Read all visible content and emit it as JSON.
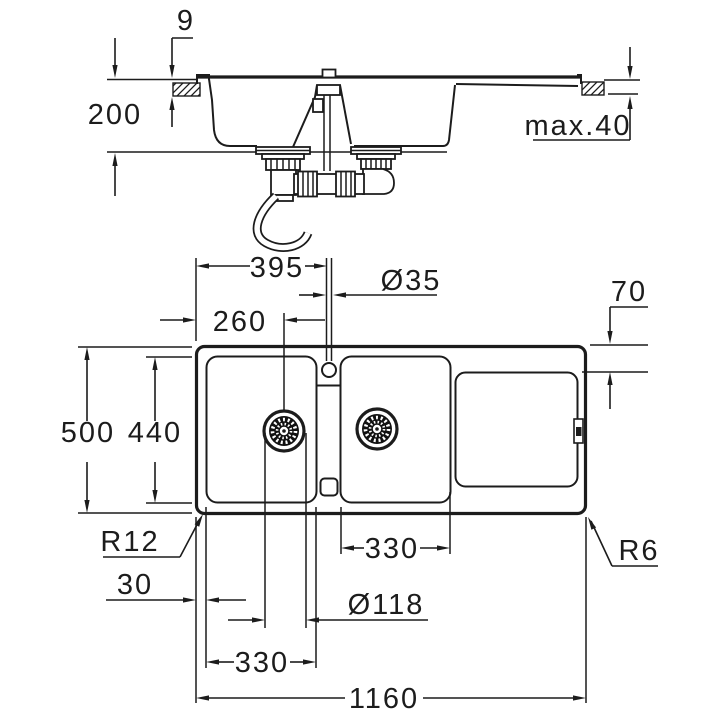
{
  "meta": {
    "description": "Kitchen sink technical dimension drawing, two views",
    "background_color": "#ffffff",
    "line_color": "#1c1c1c"
  },
  "side_view": {
    "name": "side-section-view",
    "dims": {
      "rim_height_above_counter": "9",
      "bowl_depth": "200",
      "max_countertop_thickness": "max.40"
    }
  },
  "plan_view": {
    "name": "top-plan-view",
    "dims": {
      "tap_hole_from_left": "395",
      "tap_hole_diameter": "Ø35",
      "drain_center_from_left": "260",
      "drainer_inset_from_edge": "70",
      "overall_depth": "500",
      "inner_depth": "440",
      "inner_corner_radius": "R12",
      "outer_corner_radius": "R6",
      "rim_width": "30",
      "right_bowl_width": "330",
      "left_bowl_width": "330",
      "drain_hole_diameter": "Ø118",
      "overall_width": "1160"
    }
  }
}
